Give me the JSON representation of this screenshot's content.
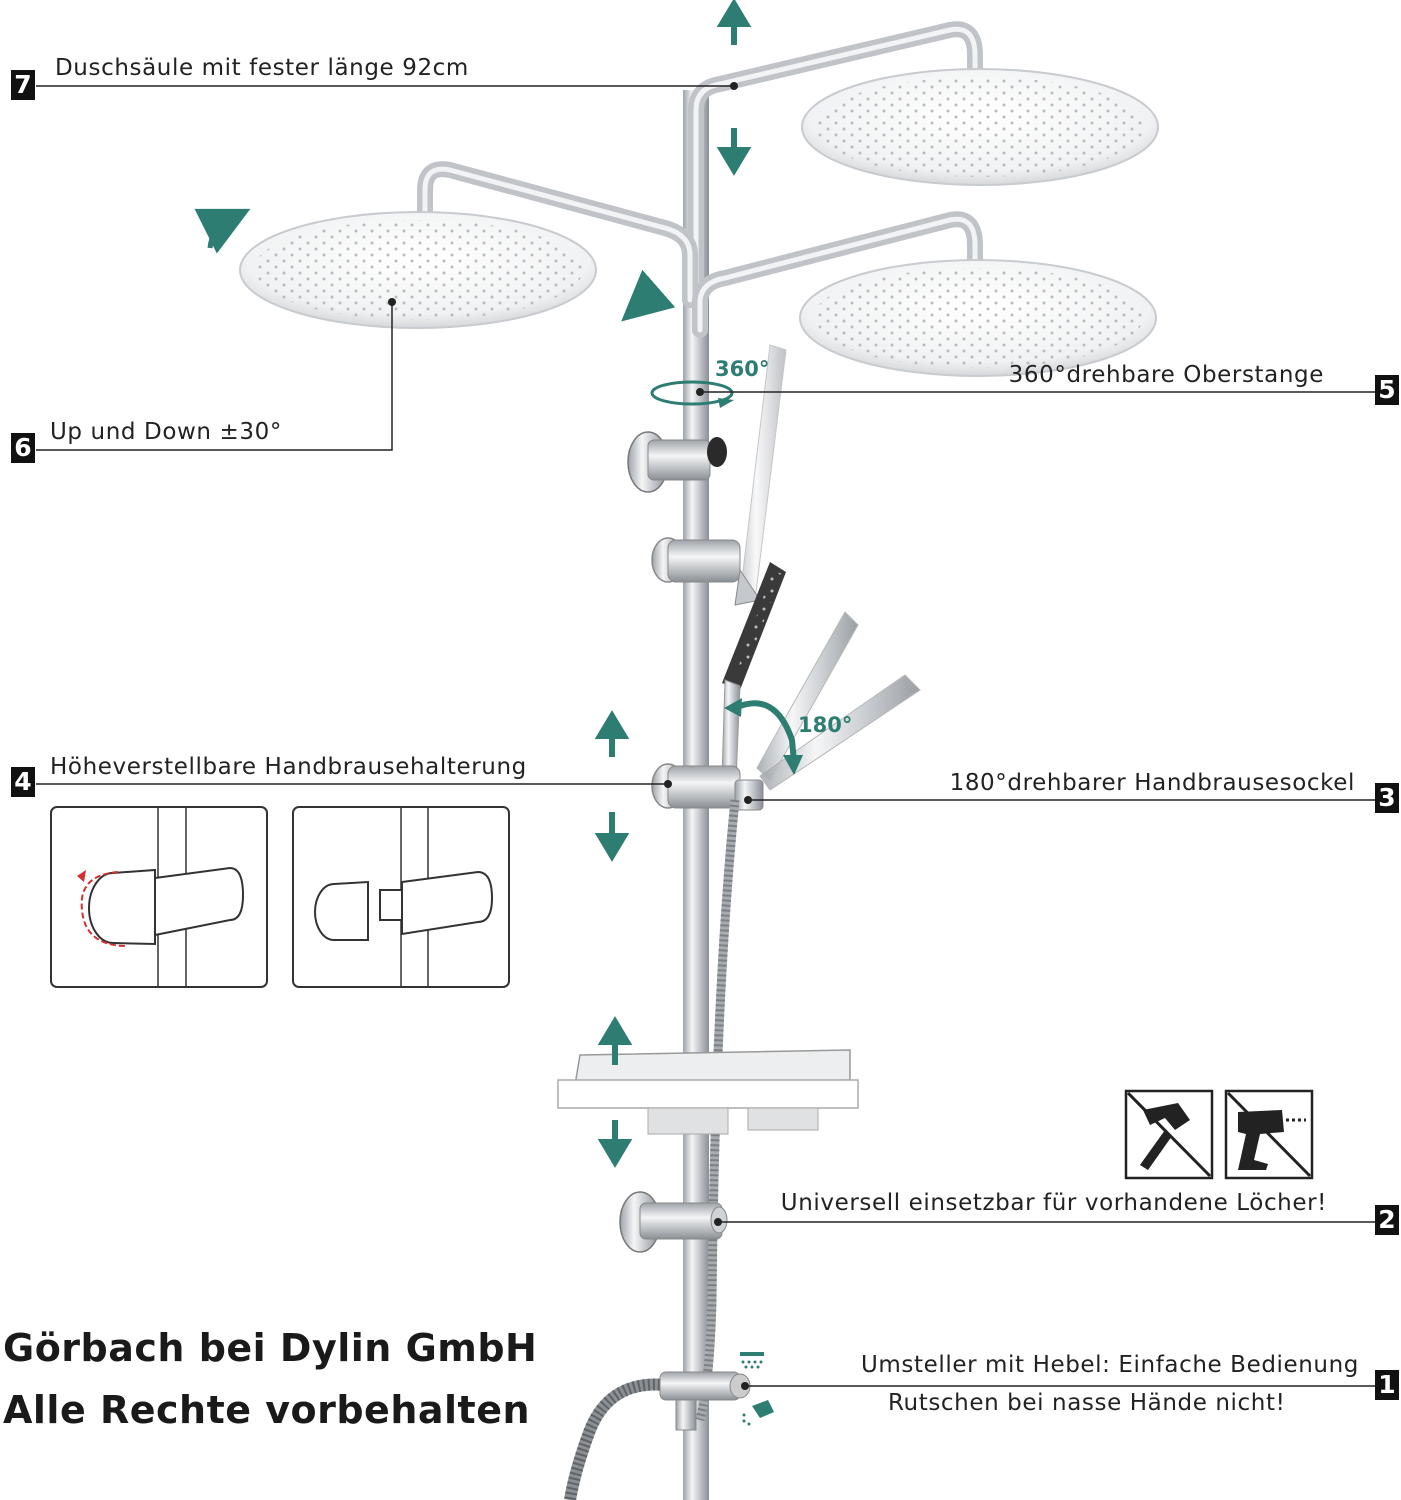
{
  "callouts": [
    {
      "id": "7",
      "text": "Duschsäule mit fester länge 92cm"
    },
    {
      "id": "6",
      "text": "Up und Down ±30°"
    },
    {
      "id": "5",
      "text": "360°drehbare Oberstange"
    },
    {
      "id": "4",
      "text": "Höheverstellbare Handbrausehalterung"
    },
    {
      "id": "3",
      "text": "180°drehbarer Handbrausesockel"
    },
    {
      "id": "2",
      "text": "Universell einsetzbar für vorhandene Löcher!"
    },
    {
      "id": "1",
      "text": "Umsteller mit Hebel: Einfache Bedienung",
      "text2": "Rutschen bei nasse Hände nicht!"
    }
  ],
  "rotation_labels": {
    "top": "360°",
    "mid": "180°"
  },
  "copyright": {
    "line1": "Görbach bei Dylin GmbH",
    "line2": "Alle Rechte vorbehalten"
  },
  "colors": {
    "accent": "#2e7d73",
    "badge": "#111111",
    "red_arrow": "#d32f2f",
    "chrome": "#c9ccd0"
  },
  "icons": [
    "no-hammer-icon",
    "no-drill-icon",
    "rain-shower-icon",
    "hand-shower-icon"
  ]
}
